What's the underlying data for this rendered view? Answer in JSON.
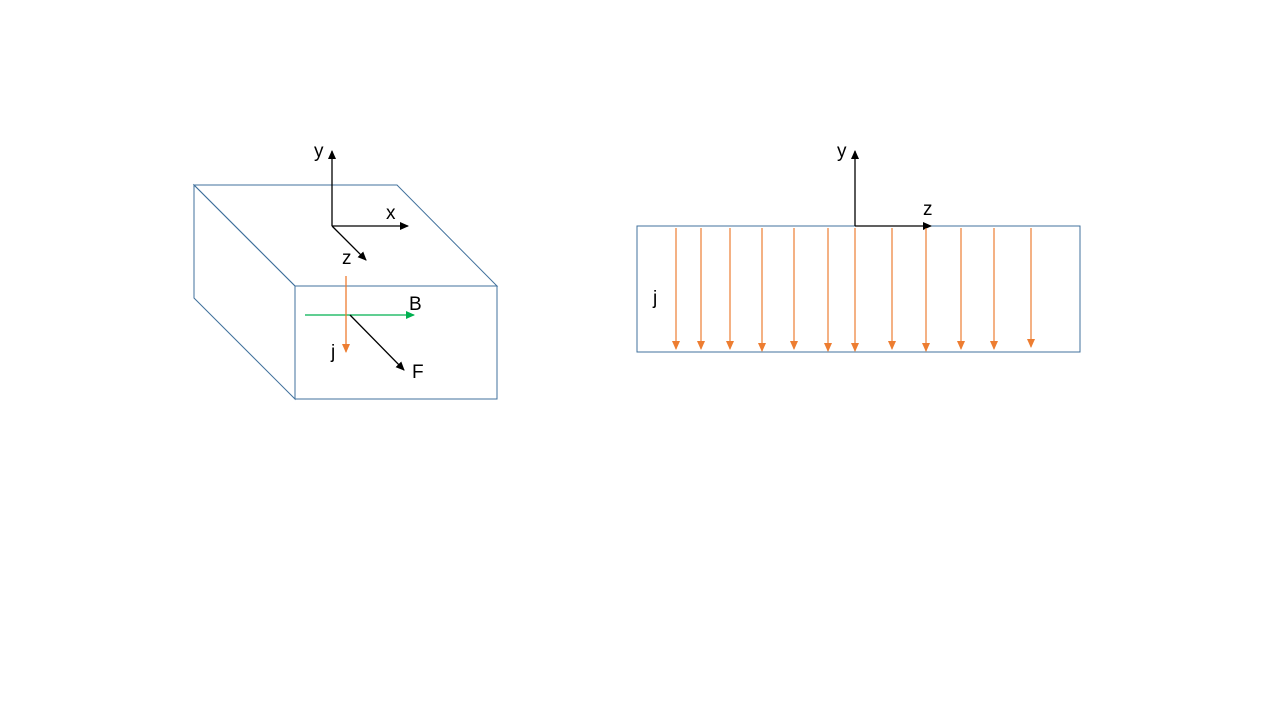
{
  "colors": {
    "box_outline": "#41719c",
    "current_arrow": "#ed7d31",
    "field_arrow": "#00b050",
    "axis": "#000000"
  },
  "left_diagram": {
    "axes": {
      "y": "y",
      "x": "x",
      "z": "z"
    },
    "field_label": "B",
    "current_label": "j",
    "force_label": "F"
  },
  "right_diagram": {
    "axes": {
      "y": "y",
      "z": "z"
    },
    "current_label": "j",
    "current_arrow_count": 12
  }
}
